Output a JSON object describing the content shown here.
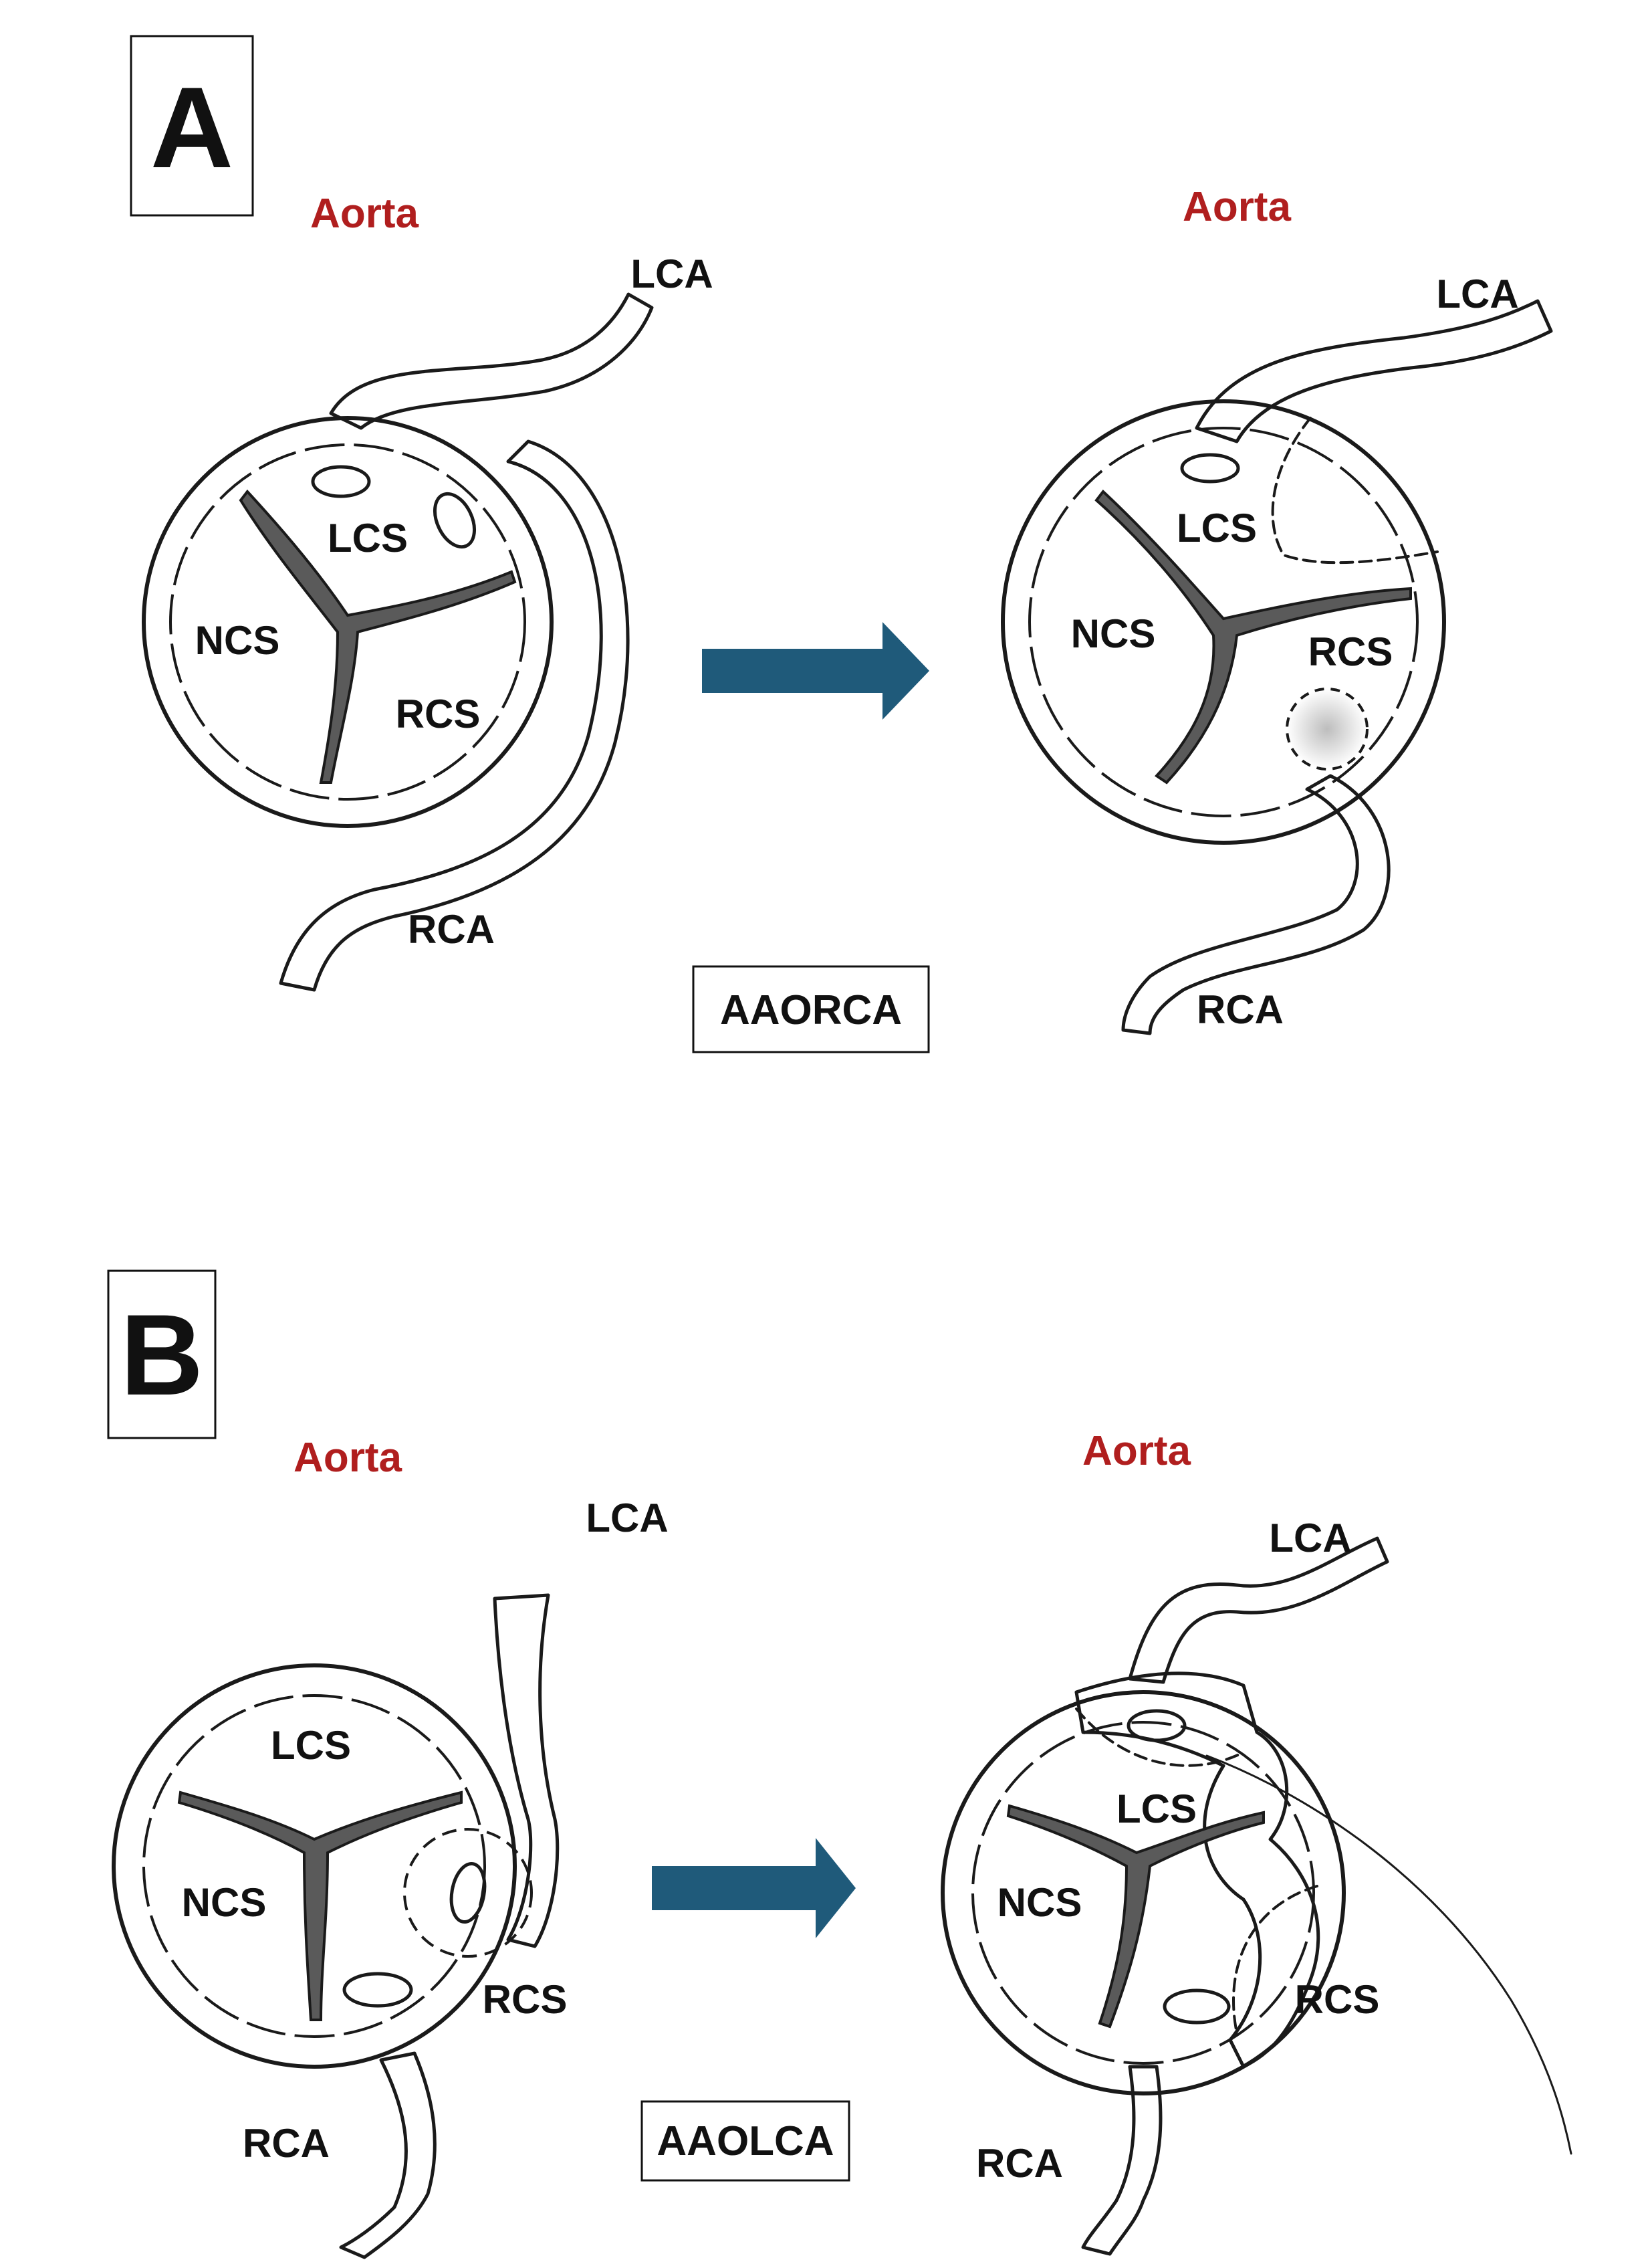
{
  "panels": [
    {
      "letter": "A",
      "box_label": "AAORCA",
      "before": {
        "aorta": "Aorta",
        "lca": "LCA",
        "rca": "RCA",
        "lcs": "LCS",
        "ncs": "NCS",
        "rcs": "RCS"
      },
      "after": {
        "aorta": "Aorta",
        "lca": "LCA",
        "rca": "RCA",
        "lcs": "LCS",
        "ncs": "NCS",
        "rcs": "RCS"
      }
    },
    {
      "letter": "B",
      "box_label": "AAOLCA",
      "before": {
        "aorta": "Aorta",
        "lca": "LCA",
        "rca": "RCA",
        "lcs": "LCS",
        "ncs": "NCS",
        "rcs": "RCS"
      },
      "after": {
        "aorta": "Aorta",
        "lca": "LCA",
        "rca": "RCA",
        "lcs": "LCS",
        "ncs": "NCS",
        "rcs": "RCS"
      }
    }
  ],
  "colors": {
    "aorta_label": "#b01e1e",
    "arrow": "#1f5a7a",
    "ink": "#1a1a1a",
    "shade": "#d4d4d4",
    "commissure": "#5a5a5a"
  }
}
